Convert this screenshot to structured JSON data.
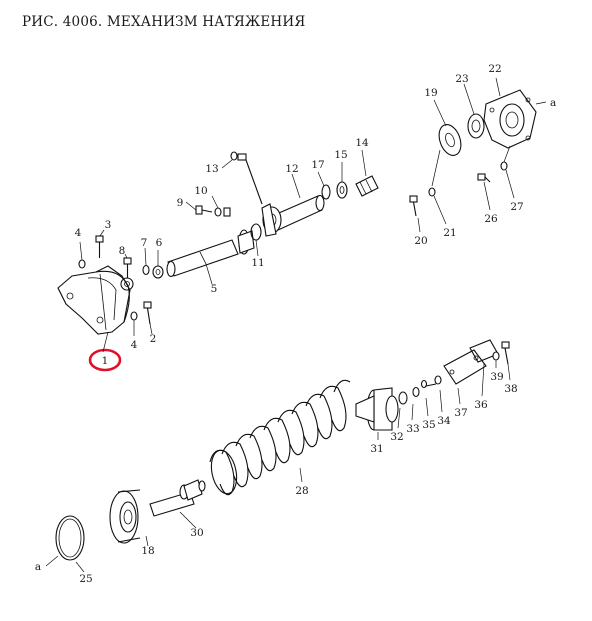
{
  "title": "РИС. 4006. МЕХАНИЗМ НАТЯЖЕНИЯ",
  "highlight_color": "#e0102a",
  "highlighted_part": "1",
  "callouts": {
    "p1": "1",
    "p2": "2",
    "p3": "3",
    "p4a": "4",
    "p4b": "4",
    "p5": "5",
    "p6": "6",
    "p7": "7",
    "p8": "8",
    "p9": "9",
    "p10": "10",
    "p11": "11",
    "p12": "12",
    "p13": "13",
    "p14": "14",
    "p15": "15",
    "p17": "17",
    "p18": "18",
    "p19": "19",
    "p20": "20",
    "p21": "21",
    "p22": "22",
    "p23": "23",
    "p25": "25",
    "p26": "26",
    "p27": "27",
    "p28": "28",
    "p30": "30",
    "p31": "31",
    "p32": "32",
    "p33": "33",
    "p34": "34",
    "p35": "35",
    "p36": "36",
    "p37": "37",
    "p38": "38",
    "p39": "39",
    "ref_a_top": "a",
    "ref_a_bottom": "a"
  }
}
